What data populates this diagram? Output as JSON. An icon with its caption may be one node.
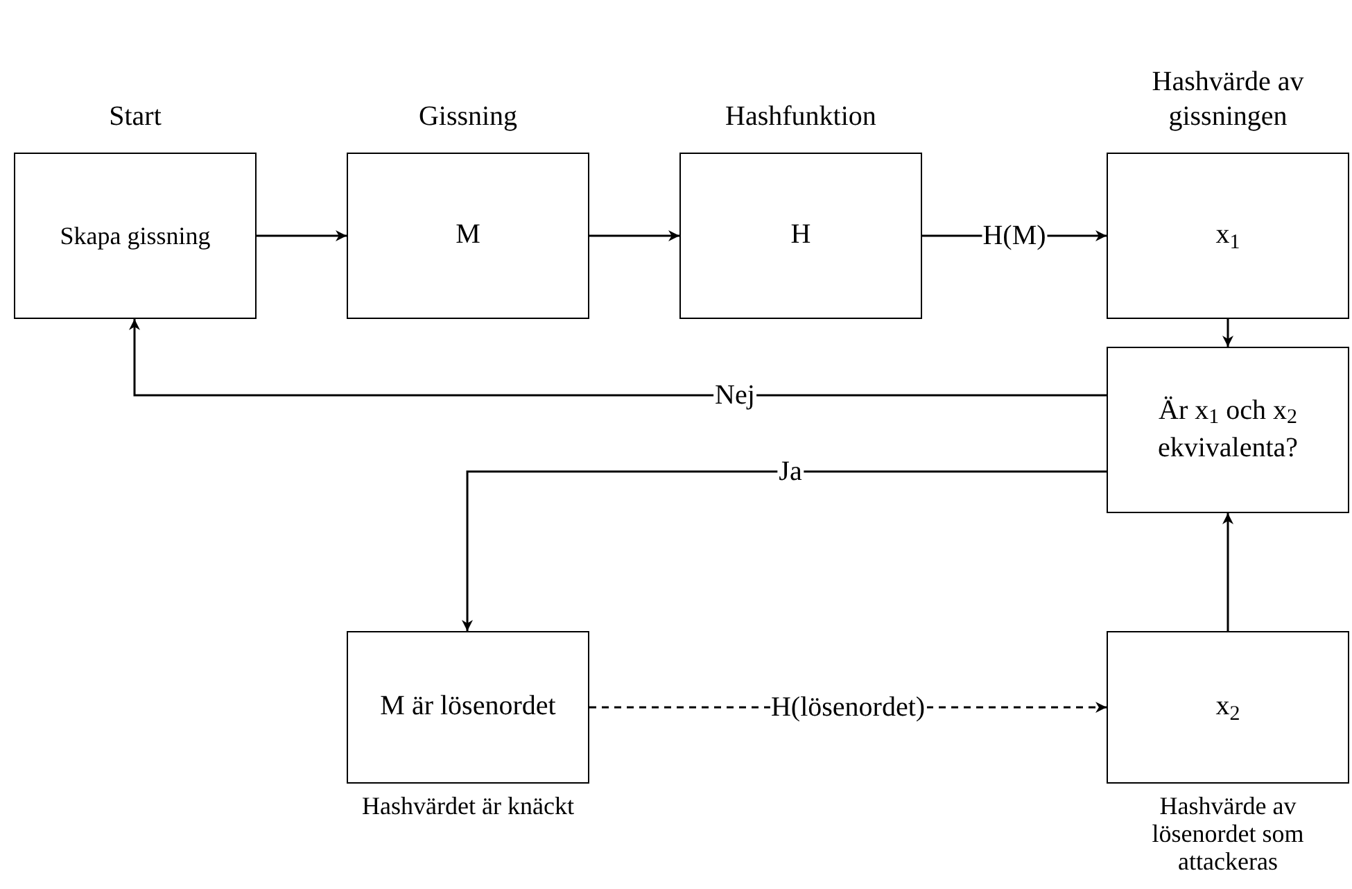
{
  "diagram": {
    "nodes": [
      {
        "text": [
          "Start",
          "Skapa gissning"
        ]
      },
      {
        "text": [
          "Gissning",
          "M"
        ]
      },
      {
        "text": [
          "Hashfunktion",
          "H"
        ]
      },
      {
        "text": [
          "Hashvärde av gissningen",
          "x$_{1}$"
        ]
      },
      {
        "text": [
          "Är x$_{1}$ och x$_{2}$ ekvivalenta?"
        ]
      },
      {
        "text": [
          "M är lösenordet"
        ],
        "beside": [
          "Hashvärdet är knäckt"
        ]
      },
      {
        "text": [
          "x$_{2}$"
        ],
        "beside": [
          "Hashvärde av lösenordet som attackeras"
        ]
      }
    ],
    "edges": [
      {
        "from": 0,
        "to": 1,
        "arrow": "to"
      },
      {
        "from": 1,
        "to": 2,
        "arrow": "to"
      },
      {
        "from": 2,
        "to": 3,
        "arrow": "to",
        "label": "H(M)"
      },
      {
        "from": 3,
        "to": 4,
        "arrow": "to"
      },
      {
        "from": 4,
        "to": 0,
        "arrow": "to",
        "label": "Nej"
      },
      {
        "from": 4,
        "to": 5,
        "arrow": "to",
        "label": "Ja"
      },
      {
        "from": 5,
        "to": 6,
        "arrow": "to",
        "label": "H(lösenordet)",
        "style": "dashed"
      },
      {
        "from": 6,
        "to": 4,
        "arrow": "to"
      }
    ]
  }
}
